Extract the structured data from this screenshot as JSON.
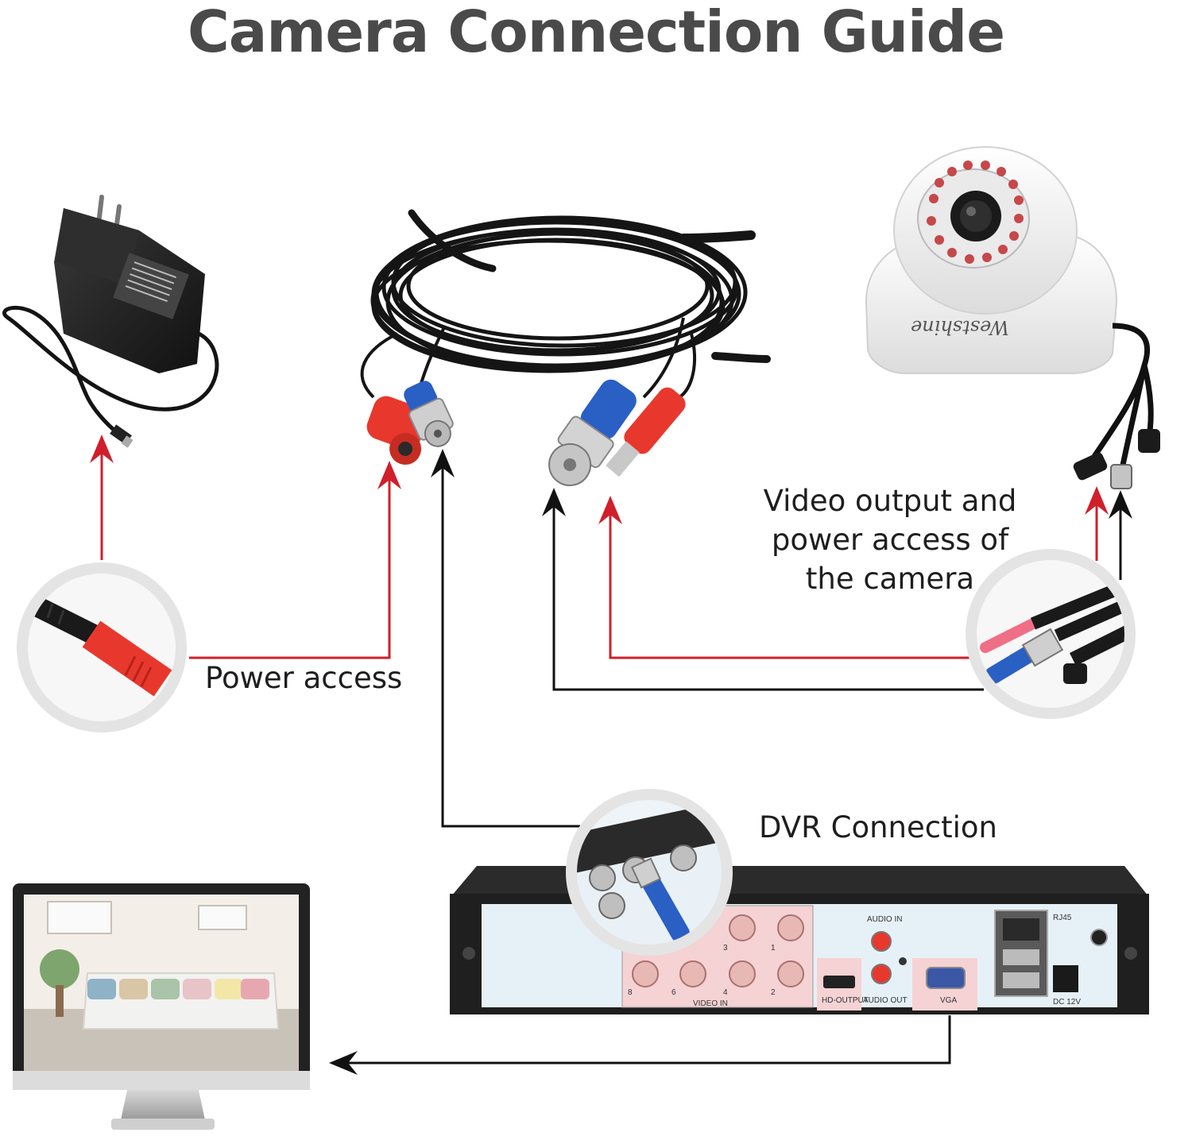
{
  "title": "Camera Connection Guide",
  "labels": {
    "power_access": "Power access",
    "video_output_lines": [
      "Video output and",
      "power access of",
      "the camera"
    ],
    "dvr_connection": "DVR Connection"
  },
  "camera": {
    "brand": "Westshine"
  },
  "dvr_ports": {
    "audio_in": "AUDIO IN",
    "audio_out": "AUDIO OUT",
    "hd_output": "HD-OUTPUT",
    "vga": "VGA",
    "rj45": "RJ45",
    "dc": "DC 12V",
    "video_in": "VIDEO IN",
    "channels": [
      "8",
      "6",
      "4",
      "2",
      "3",
      "1"
    ]
  },
  "colors": {
    "power_line": "#d01f2b",
    "video_line": "#111111",
    "title": "#4a4a4a",
    "circle_ring": "#e4e4e4",
    "red_plug": "#e8382d",
    "blue_plug": "#2a5fc4",
    "dvr_panel": "#e6f1f7",
    "port_pink": "#f5d2d4"
  }
}
